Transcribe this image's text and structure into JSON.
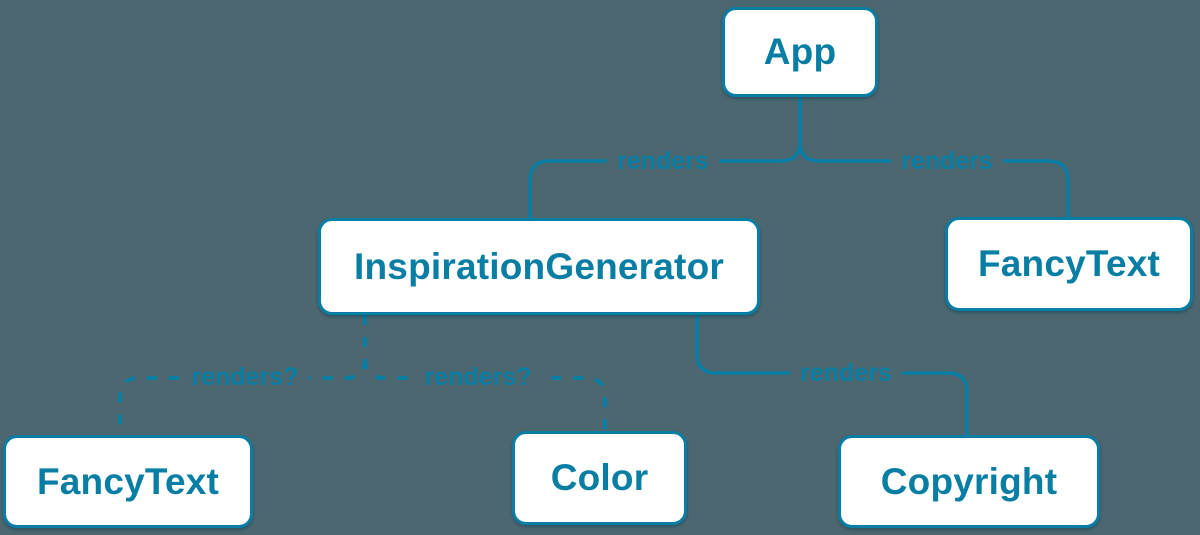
{
  "diagram": {
    "type": "tree",
    "nodes": [
      {
        "id": "app",
        "label": "App"
      },
      {
        "id": "inspiration-generator",
        "label": "InspirationGenerator"
      },
      {
        "id": "fancy-text-top",
        "label": "FancyText"
      },
      {
        "id": "fancy-text-bottom",
        "label": "FancyText"
      },
      {
        "id": "color",
        "label": "Color"
      },
      {
        "id": "copyright",
        "label": "Copyright"
      }
    ],
    "edges": [
      {
        "from": "app",
        "to": "inspiration-generator",
        "label": "renders",
        "style": "solid"
      },
      {
        "from": "app",
        "to": "fancy-text-top",
        "label": "renders",
        "style": "solid"
      },
      {
        "from": "inspiration-generator",
        "to": "fancy-text-bottom",
        "label": "renders?",
        "style": "dashed"
      },
      {
        "from": "inspiration-generator",
        "to": "color",
        "label": "renders?",
        "style": "dashed"
      },
      {
        "from": "inspiration-generator",
        "to": "copyright",
        "label": "renders",
        "style": "solid"
      }
    ],
    "colors": {
      "accent": "#087EA4",
      "node_fill": "#FFFFFF",
      "background": "#4D6770"
    }
  }
}
